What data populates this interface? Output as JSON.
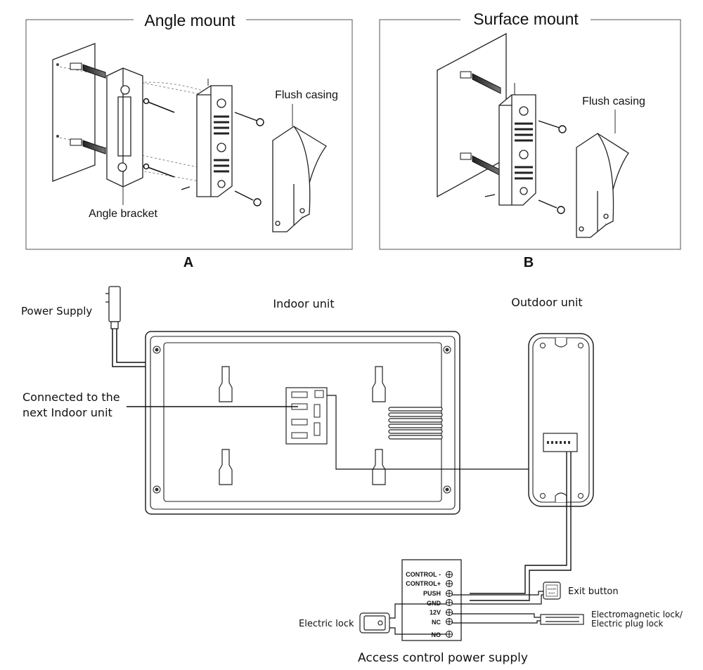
{
  "panel_a": {
    "title": "Angle mount",
    "flush_casing": "Flush casing",
    "angle_bracket": "Angle bracket",
    "caption": "A"
  },
  "panel_b": {
    "title": "Surface mount",
    "flush_casing": "Flush casing",
    "caption": "B"
  },
  "wiring": {
    "power_supply": "Power Supply",
    "indoor_unit": "Indoor unit",
    "outdoor_unit": "Outdoor unit",
    "next_indoor_line1": "Connected to the",
    "next_indoor_line2": "next Indoor unit",
    "exit_button": "Exit button",
    "exit_button_face_line1": "DOOR",
    "exit_button_face_line2": "EXIT",
    "em_lock_line1": "Electromagnetic lock/",
    "em_lock_line2": "Electric plug lock",
    "electric_lock": "Electric lock",
    "access_control": "Access control power supply",
    "terminals": [
      "CONTROL -",
      "CONTROL+",
      "PUSH",
      "GND",
      "12V",
      "NC",
      "NO"
    ]
  }
}
